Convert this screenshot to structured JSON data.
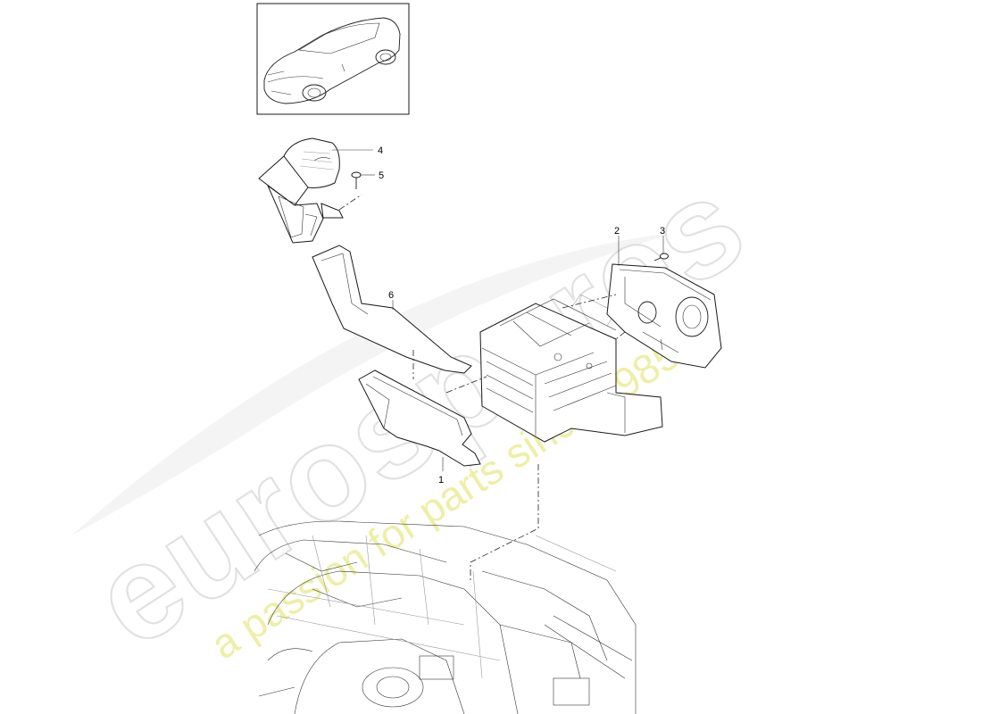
{
  "diagram": {
    "callouts": [
      {
        "id": "c1",
        "label": "1"
      },
      {
        "id": "c2",
        "label": "2"
      },
      {
        "id": "c3",
        "label": "3"
      },
      {
        "id": "c4",
        "label": "4"
      },
      {
        "id": "c5",
        "label": "5"
      },
      {
        "id": "c6",
        "label": "6"
      }
    ]
  },
  "watermark": {
    "brand": "eurospares",
    "tagline": "a passion for parts since 1985"
  }
}
